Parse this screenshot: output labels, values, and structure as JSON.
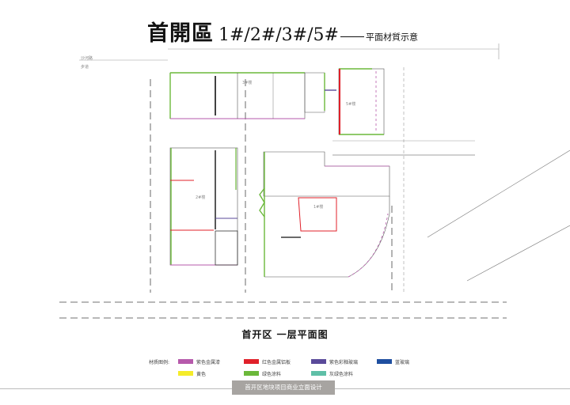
{
  "title": {
    "main": "首開區",
    "numbers": "1#/2#/3#/5#",
    "subtitle": "平面材質示意"
  },
  "site_labels": {
    "road_top": "沙河路",
    "road_bottom": "步道",
    "building_1": "1#楼",
    "building_2": "2#楼",
    "building_3": "3#楼",
    "building_5": "5#楼"
  },
  "caption": "首开区 一层平面图",
  "legend": {
    "heading": "材质图例:",
    "items": [
      {
        "label": "紫色金属漆",
        "color": "#b65aab"
      },
      {
        "label": "红色金属铝板",
        "color": "#e0202a"
      },
      {
        "label": "紫色彩釉玻璃",
        "color": "#5a4a9a"
      },
      {
        "label": "蓝玻璃",
        "color": "#1f4fa0"
      },
      {
        "label": "黄色",
        "color": "#f5ec2a"
      },
      {
        "label": "绿色涂料",
        "color": "#6bb83a"
      },
      {
        "label": "灰绿色涂料",
        "color": "#5fbfa7"
      }
    ]
  },
  "footer": "首开区地块项目商业立面设计"
}
